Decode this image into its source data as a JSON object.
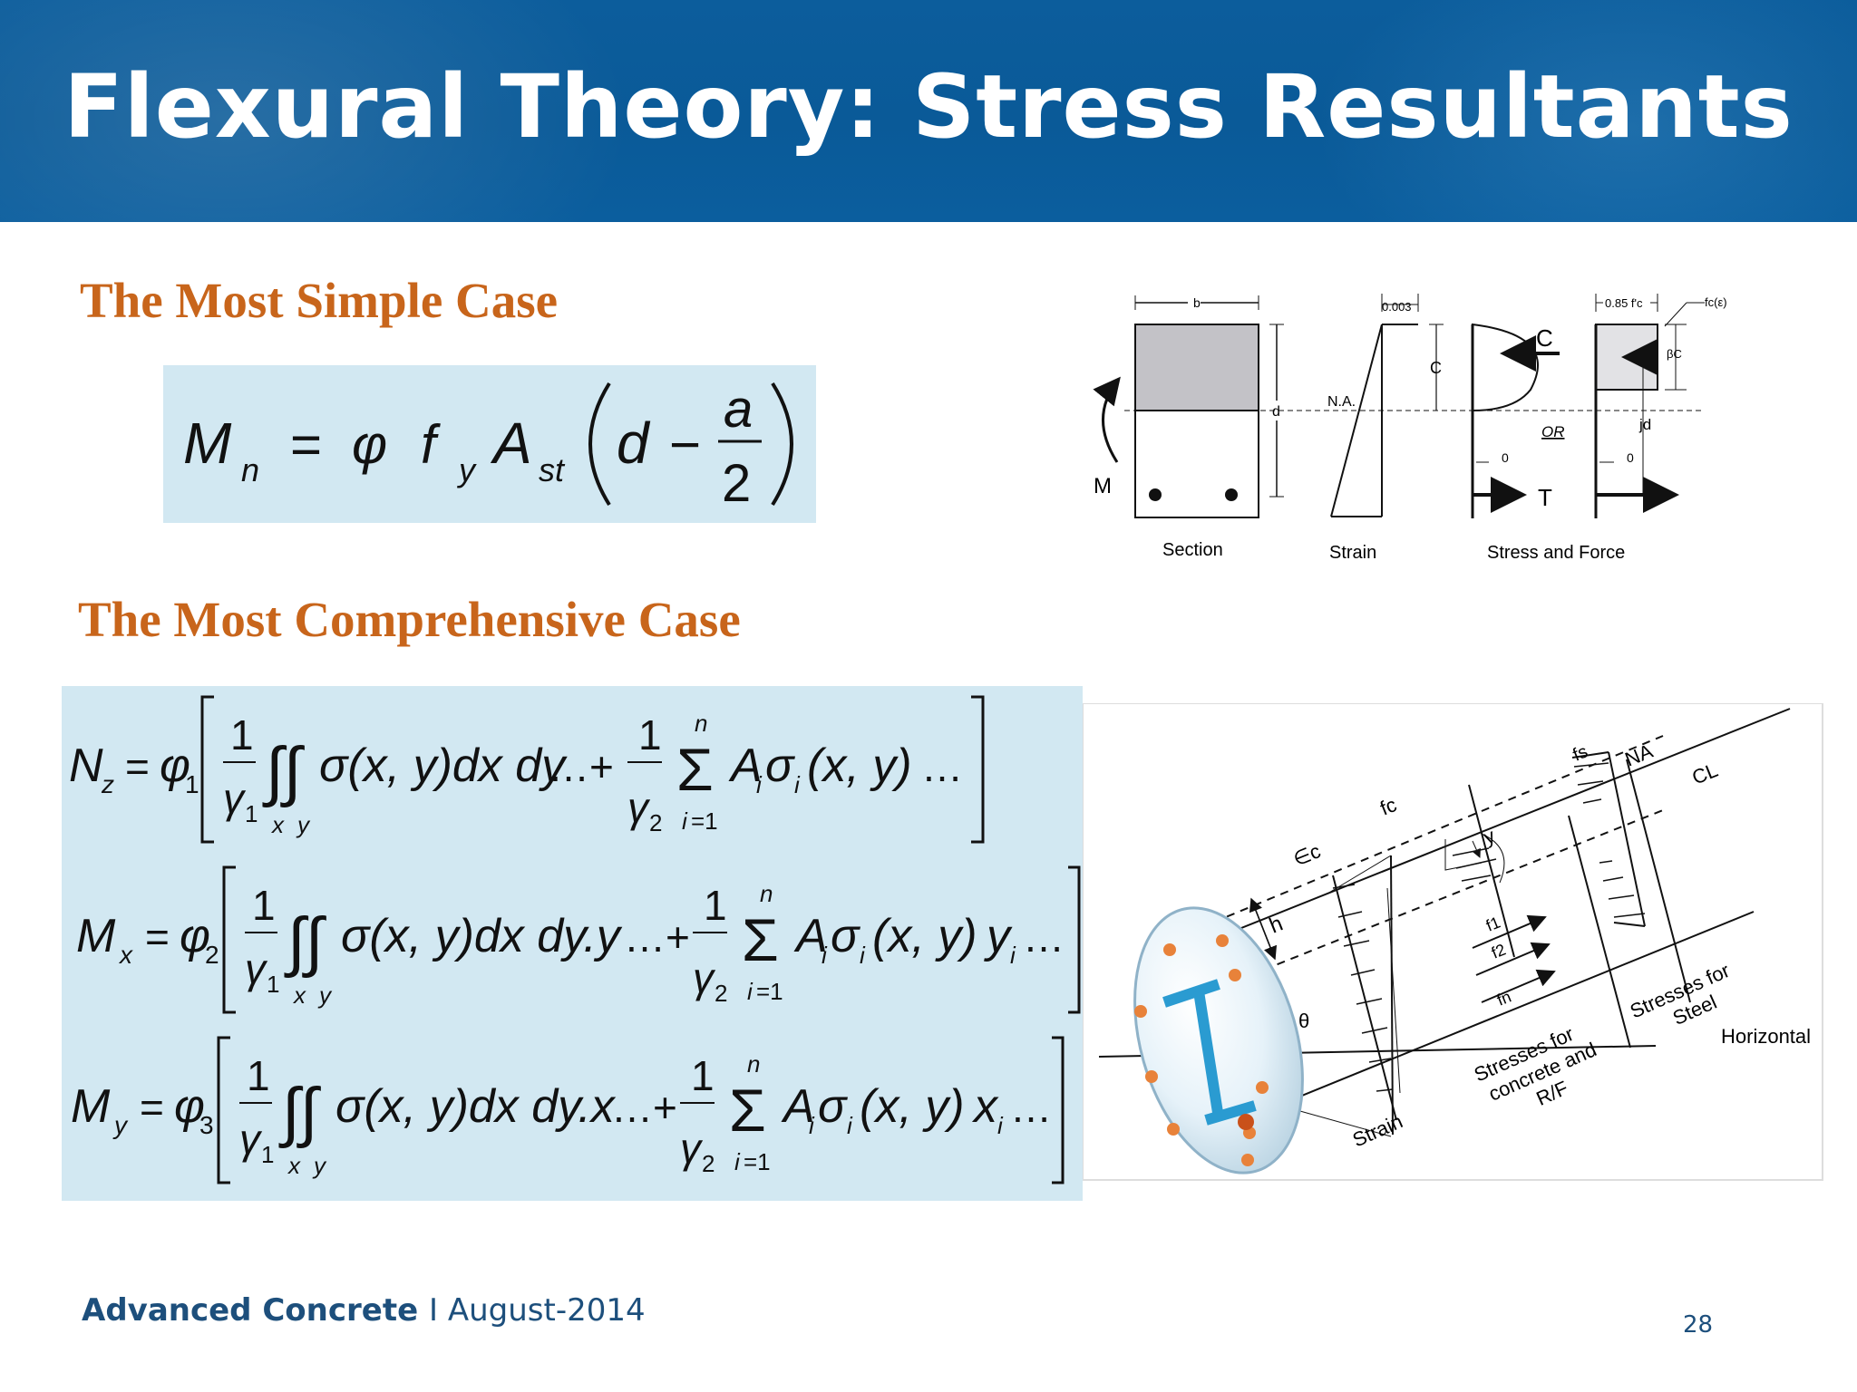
{
  "header": {
    "title": "Flexural Theory: Stress Resultants"
  },
  "simple_case": {
    "heading": "The Most Simple Case"
  },
  "comprehensive_case": {
    "heading": "The Most Comprehensive Case"
  },
  "diagram_top": {
    "b": "b",
    "d": "d",
    "M": "M",
    "strain_value": "0.003",
    "na": "N.A.",
    "c": "C",
    "C_force": "C",
    "T_force": "T",
    "or": "OR",
    "zero": "0",
    "jd": "jd",
    "fc_label": "0.85 f'c",
    "fce": "fc(ε)",
    "beta_c": "βC",
    "caption_section": "Section",
    "caption_strain": "Strain",
    "caption_stress": "Stress and Force"
  },
  "diagram_bottom": {
    "fs": "fs",
    "na": "NA",
    "cl": "CL",
    "fc": "fc",
    "ec": "∈c",
    "y": "y",
    "h": "h",
    "theta": "θ",
    "f1": "f1",
    "f2": "f2",
    "fn": "fn",
    "stress_steel": [
      "Stresses for",
      "Steel"
    ],
    "stress_concrete": [
      "Stresses for",
      "concrete and",
      "R/F"
    ],
    "strain": "Strain",
    "horizontal": "Horizontal"
  },
  "footer": {
    "brand": "Advanced Concrete",
    "date": "I August-2014",
    "page": "28"
  },
  "colors": {
    "header_blue": "#0b5a99",
    "heading_orange": "#c8651b",
    "box_fill": "#d2e8f2",
    "ibeam": "#2a9bd1",
    "bars": "#e8823a"
  }
}
